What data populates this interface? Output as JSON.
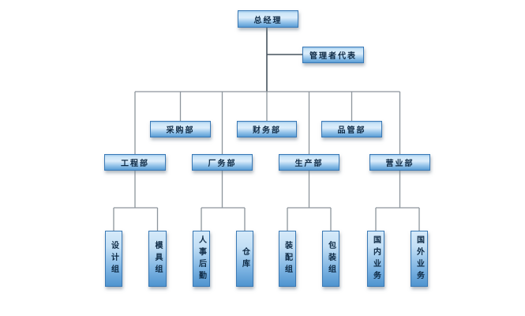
{
  "diagram": {
    "type": "org-chart",
    "background_color": "#ffffff",
    "box_border_color": "#3a79b5",
    "box_gradient_top": "#cde6f8",
    "box_gradient_bottom": "#5a9dd5",
    "connector_color": "#8d959c",
    "connector_color_dark": "#47545e",
    "text_color": "#0f2b46",
    "nodes": {
      "general_manager": {
        "label": "总经理"
      },
      "management_rep": {
        "label": "管理者代表"
      },
      "purchasing": {
        "label": "采购部"
      },
      "finance": {
        "label": "财务部"
      },
      "quality_control": {
        "label": "品管部"
      },
      "engineering": {
        "label": "工程部"
      },
      "factory_affairs": {
        "label": "厂务部"
      },
      "production": {
        "label": "生产部"
      },
      "sales": {
        "label": "营业部"
      },
      "design_team": {
        "label": "设计组"
      },
      "mold_team": {
        "label": "模具组"
      },
      "hr_logistics": {
        "label": "人事后勤"
      },
      "warehouse": {
        "label": "仓库"
      },
      "assembly_team": {
        "label": "装配组"
      },
      "packing_team": {
        "label": "包装组"
      },
      "domestic_business": {
        "label": "国内业务"
      },
      "overseas_business": {
        "label": "国外业务"
      }
    },
    "edges": [
      {
        "from": "general_manager",
        "to": "management_rep",
        "relation": "staff"
      },
      {
        "from": "general_manager",
        "to": "purchasing"
      },
      {
        "from": "general_manager",
        "to": "finance"
      },
      {
        "from": "general_manager",
        "to": "quality_control"
      },
      {
        "from": "general_manager",
        "to": "engineering"
      },
      {
        "from": "general_manager",
        "to": "factory_affairs"
      },
      {
        "from": "general_manager",
        "to": "production"
      },
      {
        "from": "general_manager",
        "to": "sales"
      },
      {
        "from": "engineering",
        "to": "design_team"
      },
      {
        "from": "engineering",
        "to": "mold_team"
      },
      {
        "from": "factory_affairs",
        "to": "hr_logistics"
      },
      {
        "from": "factory_affairs",
        "to": "warehouse"
      },
      {
        "from": "production",
        "to": "assembly_team"
      },
      {
        "from": "production",
        "to": "packing_team"
      },
      {
        "from": "sales",
        "to": "domestic_business"
      },
      {
        "from": "sales",
        "to": "overseas_business"
      }
    ]
  }
}
